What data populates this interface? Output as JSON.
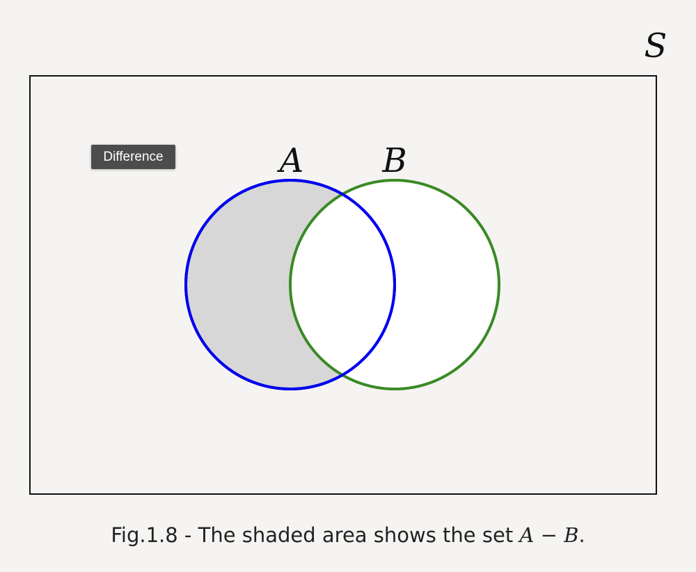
{
  "diagram": {
    "universe_label": "S",
    "set_a_label": "A",
    "set_b_label": "B",
    "tooltip": "Difference",
    "colors": {
      "background": "#f5f4f2",
      "universe_border": "#111111",
      "set_a_stroke": "#0000ee",
      "set_b_stroke": "#3a8a25",
      "shaded_fill": "#d7d7d7",
      "unshaded_fill": "#ffffff"
    }
  },
  "caption": {
    "prefix": "Fig.1.8 - The shaded area shows the set ",
    "set_a": "A",
    "operator": "−",
    "set_b": "B",
    "suffix": "."
  }
}
